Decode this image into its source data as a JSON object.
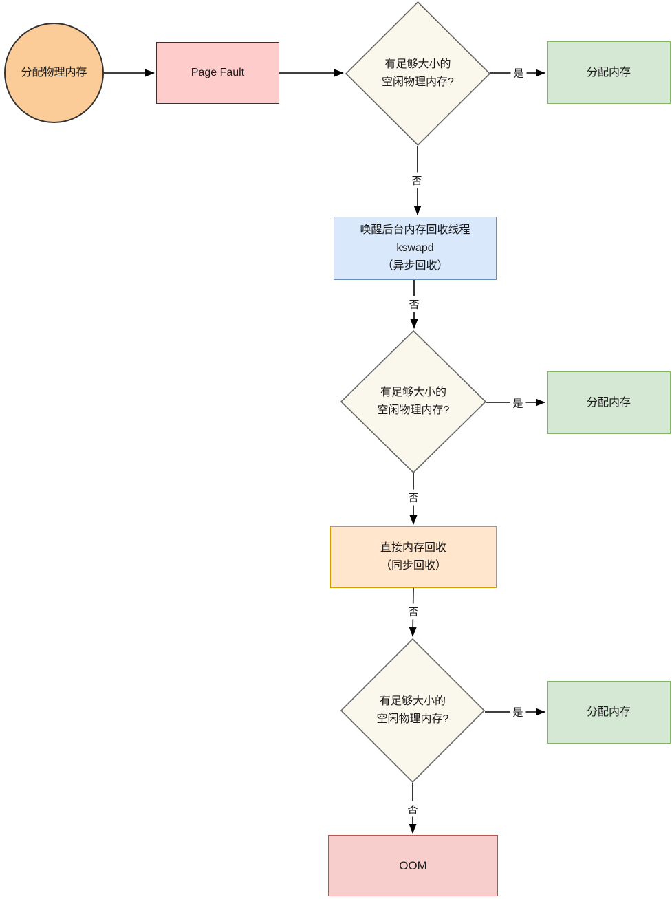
{
  "nodes": {
    "start": "分配物理内存",
    "page_fault": "Page Fault",
    "decision1": "有足够大小的\n空闲物理内存?",
    "alloc1": "分配内存",
    "kswapd": "唤醒后台内存回收线程\nkswapd\n（异步回收）",
    "decision2": "有足够大小的\n空闲物理内存?",
    "alloc2": "分配内存",
    "direct_reclaim": "直接内存回收\n（同步回收）",
    "decision3": "有足够大小的\n空闲物理内存?",
    "alloc3": "分配内存",
    "oom": "OOM"
  },
  "edge_labels": {
    "yes1": "是",
    "no1": "否",
    "no2": "否",
    "yes2": "是",
    "no3": "否",
    "no4": "否",
    "yes3": "是",
    "no5": "否"
  },
  "colors": {
    "start_fill": "#FBCB98",
    "process_fill": "#FFCCCC",
    "decision_fill": "#FAF7EC",
    "decision_stroke": "#666666",
    "allocate_fill": "#D5E8D4",
    "allocate_stroke": "#82B366",
    "async_reclaim_fill": "#DAE8FC",
    "async_reclaim_stroke": "#6C8EBF",
    "sync_reclaim_fill": "#FFE6CC",
    "sync_reclaim_stroke": "#D79B00",
    "oom_fill": "#F8CECC",
    "oom_stroke": "#B85450",
    "arrow": "#000000"
  }
}
